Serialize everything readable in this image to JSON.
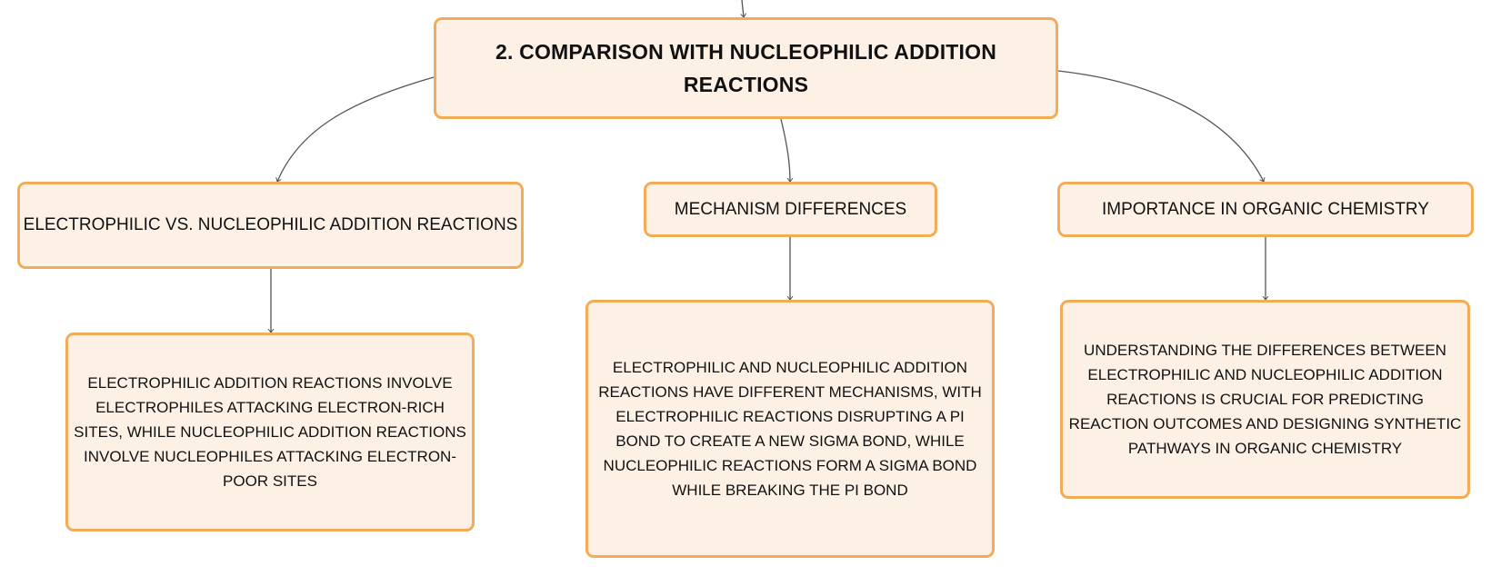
{
  "colors": {
    "node_fill": "#fdf1e6",
    "node_border": "#f2ac57",
    "connector": "#555555",
    "text": "#111111"
  },
  "root": {
    "title": "2. COMPARISON WITH NUCLEOPHILIC ADDITION REACTIONS"
  },
  "topics": [
    {
      "label": "ELECTROPHILIC VS. NUCLEOPHILIC ADDITION REACTIONS",
      "detail": "ELECTROPHILIC ADDITION REACTIONS INVOLVE ELECTROPHILES ATTACKING ELECTRON-RICH SITES, WHILE NUCLEOPHILIC ADDITION REACTIONS INVOLVE NUCLEOPHILES ATTACKING ELECTRON-POOR SITES"
    },
    {
      "label": "MECHANISM DIFFERENCES",
      "detail": "ELECTROPHILIC AND NUCLEOPHILIC ADDITION REACTIONS HAVE DIFFERENT MECHANISMS, WITH ELECTROPHILIC REACTIONS DISRUPTING A PI BOND TO CREATE A NEW SIGMA BOND, WHILE NUCLEOPHILIC REACTIONS FORM A SIGMA BOND WHILE BREAKING THE PI BOND"
    },
    {
      "label": "IMPORTANCE IN ORGANIC CHEMISTRY",
      "detail": "UNDERSTANDING THE DIFFERENCES BETWEEN ELECTROPHILIC AND NUCLEOPHILIC ADDITION REACTIONS IS CRUCIAL FOR PREDICTING REACTION OUTCOMES AND DESIGNING SYNTHETIC PATHWAYS IN ORGANIC CHEMISTRY"
    }
  ]
}
